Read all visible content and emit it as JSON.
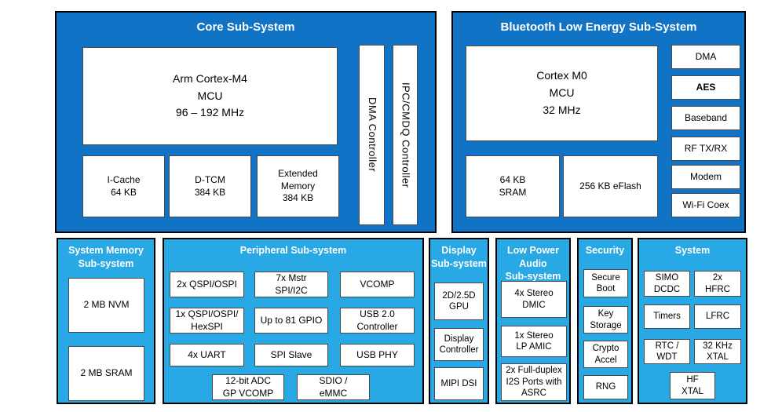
{
  "colors": {
    "dark_panel": "#1173c6",
    "light_panel": "#29a8e6",
    "panel_border": "#000000",
    "box_border": "#4a4a4a",
    "box_bg": "#ffffff",
    "title_text": "#ffffff",
    "box_text": "#000000"
  },
  "core": {
    "title": "Core Sub-System",
    "mcu": "Arm Cortex-M4\nMCU\n96 – 192 MHz",
    "mem": [
      "I-Cache\n64 KB",
      "D-TCM\n384 KB",
      "Extended\nMemory\n384 KB"
    ],
    "vertical": [
      "DMA Controller",
      "IPC/CMDQ Controller"
    ]
  },
  "ble": {
    "title": "Bluetooth Low Energy Sub-System",
    "mcu": "Cortex M0\nMCU\n32 MHz",
    "mem": [
      "64 KB\nSRAM",
      "256 KB eFlash"
    ],
    "side": [
      "DMA",
      "AES",
      "Baseband",
      "RF TX/RX",
      "Modem",
      "Wi-Fi Coex"
    ]
  },
  "system_memory": {
    "title": "System Memory\nSub-system",
    "boxes": [
      "2 MB NVM",
      "2 MB SRAM"
    ]
  },
  "peripheral": {
    "title": "Peripheral Sub-system",
    "grid": [
      "2x QSPI/OSPI",
      "7x Mstr\nSPI/I2C",
      "VCOMP",
      "1x QSPI/OSPI/\nHexSPI",
      "Up to 81 GPIO",
      "USB 2.0\nController",
      "4x UART",
      "SPI Slave",
      "USB PHY"
    ],
    "bottom": [
      "12-bit ADC\nGP VCOMP",
      "SDIO /\neMMC"
    ]
  },
  "display": {
    "title": "Display\nSub-system",
    "boxes": [
      "2D/2.5D\nGPU",
      "Display\nController",
      "MIPI DSI"
    ]
  },
  "audio": {
    "title": "Low Power\nAudio\nSub-system",
    "boxes": [
      "4x Stereo\nDMIC",
      "1x Stereo\nLP AMIC",
      "2x Full-duplex\nI2S Ports with\nASRC"
    ]
  },
  "security": {
    "title": "Security",
    "boxes": [
      "Secure\nBoot",
      "Key\nStorage",
      "Crypto\nAccel",
      "RNG"
    ]
  },
  "system": {
    "title": "System",
    "grid": [
      "SIMO\nDCDC",
      "2x\nHFRC",
      "Timers",
      "LFRC",
      "RTC /\nWDT",
      "32 KHz\nXTAL"
    ],
    "bottom": "HF\nXTAL"
  }
}
